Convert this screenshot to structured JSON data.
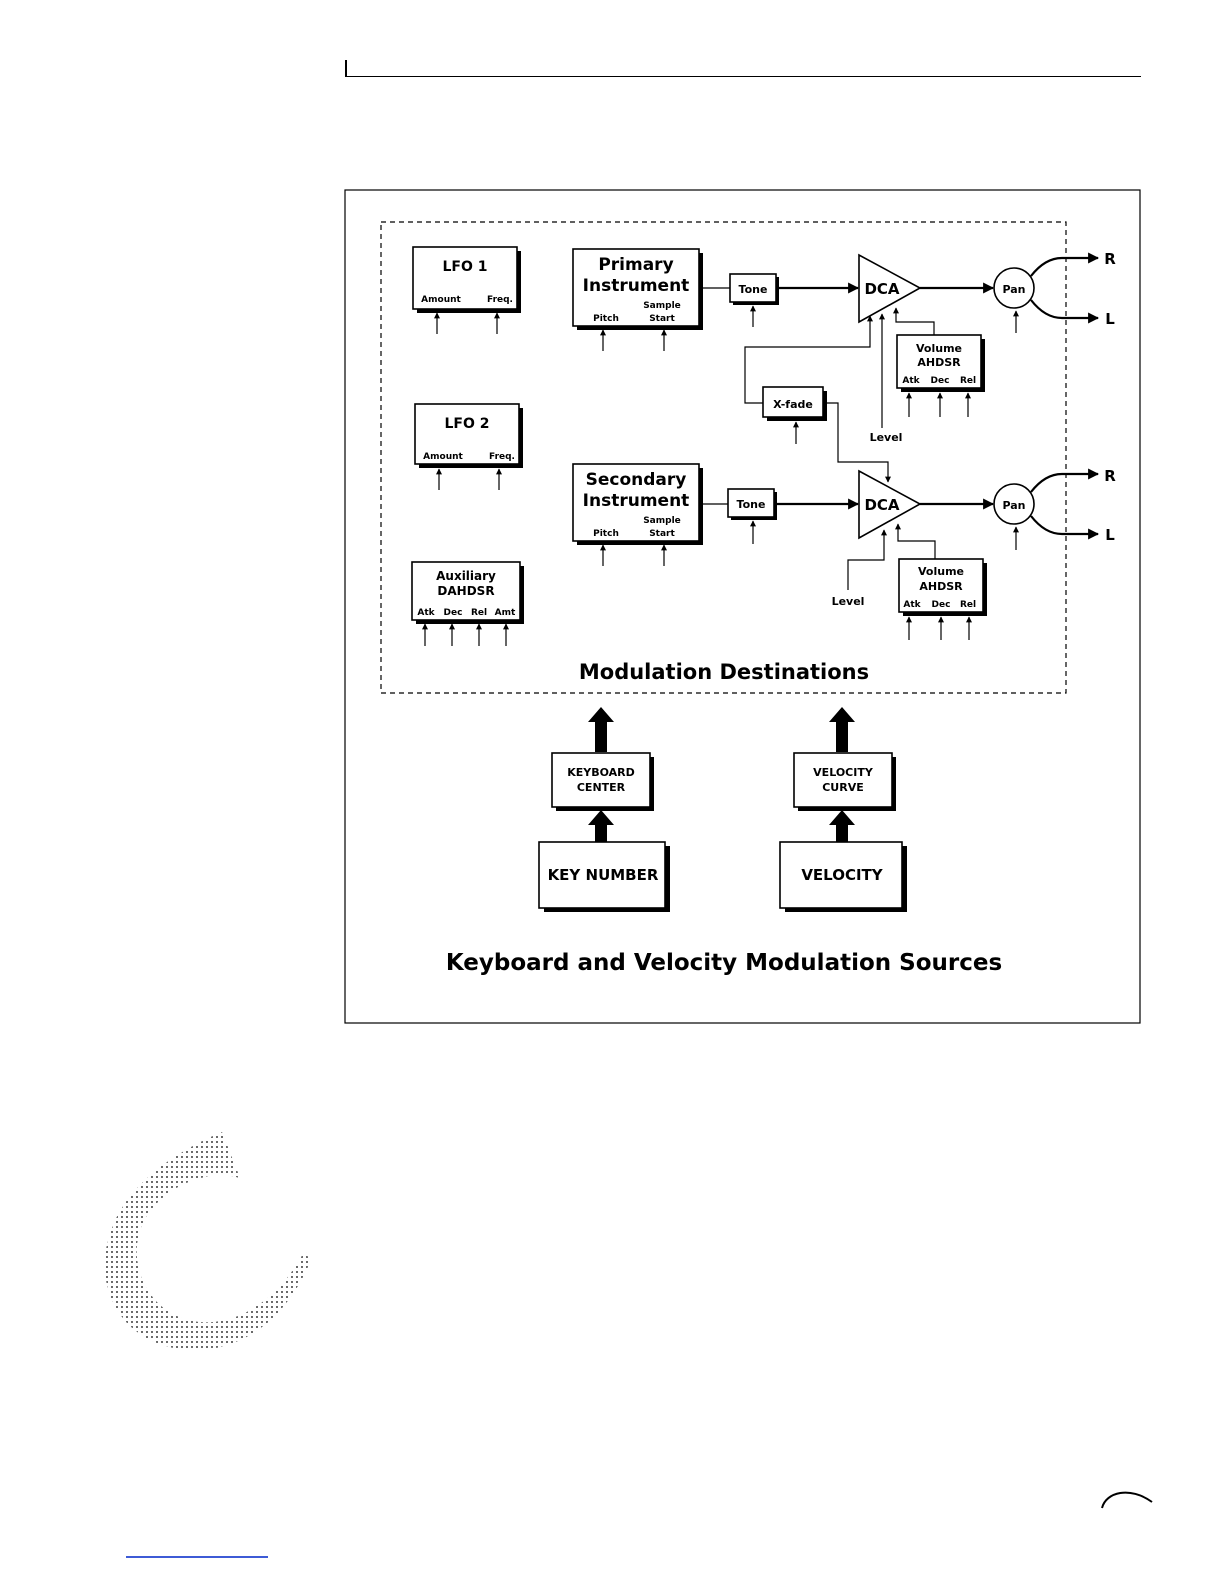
{
  "diagram": {
    "destinations_title": "Modulation Destinations",
    "sources_title": "Keyboard and Velocity Modulation Sources",
    "lfo1": {
      "name": "LFO 1",
      "inputs": [
        "Amount",
        "Freq."
      ]
    },
    "lfo2": {
      "name": "LFO 2",
      "inputs": [
        "Amount",
        "Freq."
      ]
    },
    "aux_env": {
      "name_line1": "Auxiliary",
      "name_line2": "DAHDSR",
      "inputs": [
        "Atk",
        "Dec",
        "Rel",
        "Amt"
      ]
    },
    "primary": {
      "name_line1": "Primary",
      "name_line2": "Instrument",
      "input_pitch": "Pitch",
      "input_sample_line1": "Sample",
      "input_sample_line2": "Start",
      "tone": "Tone",
      "dca": "DCA",
      "pan": "Pan",
      "env_line1": "Volume",
      "env_line2": "AHDSR",
      "env_inputs": [
        "Atk",
        "Dec",
        "Rel"
      ],
      "out_r": "R",
      "out_l": "L"
    },
    "secondary": {
      "name_line1": "Secondary",
      "name_line2": "Instrument",
      "input_pitch": "Pitch",
      "input_sample_line1": "Sample",
      "input_sample_line2": "Start",
      "tone": "Tone",
      "dca": "DCA",
      "pan": "Pan",
      "env_line1": "Volume",
      "env_line2": "AHDSR",
      "env_inputs": [
        "Atk",
        "Dec",
        "Rel"
      ],
      "level": "Level",
      "out_r": "R",
      "out_l": "L"
    },
    "xfade": "X-fade",
    "primary_level": "Level",
    "keyboard_center": {
      "line1": "KEYBOARD",
      "line2": "CENTER"
    },
    "velocity_curve": {
      "line1": "VELOCITY",
      "line2": "CURVE"
    },
    "key_number": "KEY NUMBER",
    "velocity": "VELOCITY"
  }
}
